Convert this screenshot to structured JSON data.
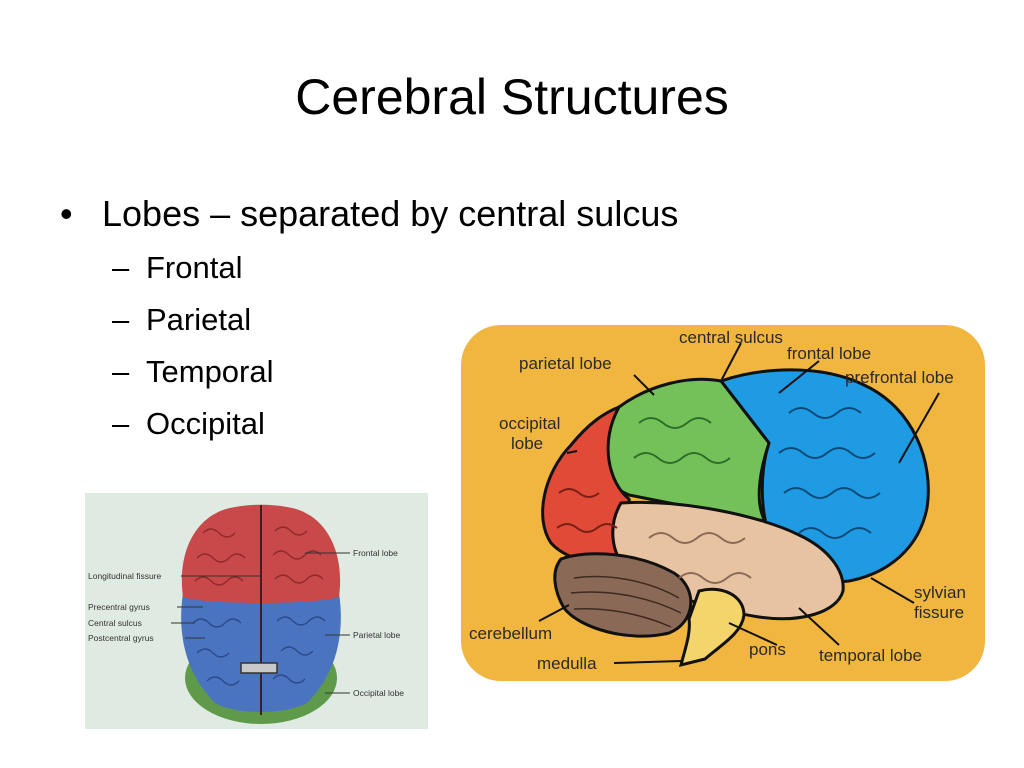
{
  "slide": {
    "title": "Cerebral Structures",
    "bullet": {
      "marker": "•",
      "text": "Lobes – separated by central sulcus"
    },
    "sub_bullets": [
      {
        "marker": "–",
        "text": "Frontal"
      },
      {
        "marker": "–",
        "text": "Parietal"
      },
      {
        "marker": "–",
        "text": "Temporal"
      },
      {
        "marker": "–",
        "text": "Occipital"
      }
    ]
  },
  "top_view": {
    "labels": {
      "frontal": "Frontal lobe",
      "longitudinal": "Longitudinal fissure",
      "precentral": "Precentral gyrus",
      "central": "Central sulcus",
      "postcentral": "Postcentral gyrus",
      "parietal": "Parietal lobe",
      "occipital": "Occipital lobe"
    },
    "colors": {
      "frontal": "#c9494a",
      "parietal": "#4a74c0",
      "occipital": "#5f9a4a",
      "background": "#dfeae2"
    }
  },
  "side_view": {
    "labels": {
      "central_sulcus": "central sulcus",
      "frontal": "frontal lobe",
      "parietal": "parietal lobe",
      "prefrontal": "prefrontal lobe",
      "occipital_1": "occipital",
      "occipital_2": "lobe",
      "sylvian_1": "sylvian",
      "sylvian_2": "fissure",
      "cerebellum": "cerebellum",
      "pons": "pons",
      "temporal": "temporal lobe",
      "medulla": "medulla"
    },
    "colors": {
      "background": "#f0b63f",
      "frontal": "#1e9be3",
      "parietal": "#74c15a",
      "occipital": "#e04a37",
      "temporal": "#e7c3a1",
      "cerebellum": "#8a6a57",
      "brainstem": "#f3d56b"
    }
  }
}
